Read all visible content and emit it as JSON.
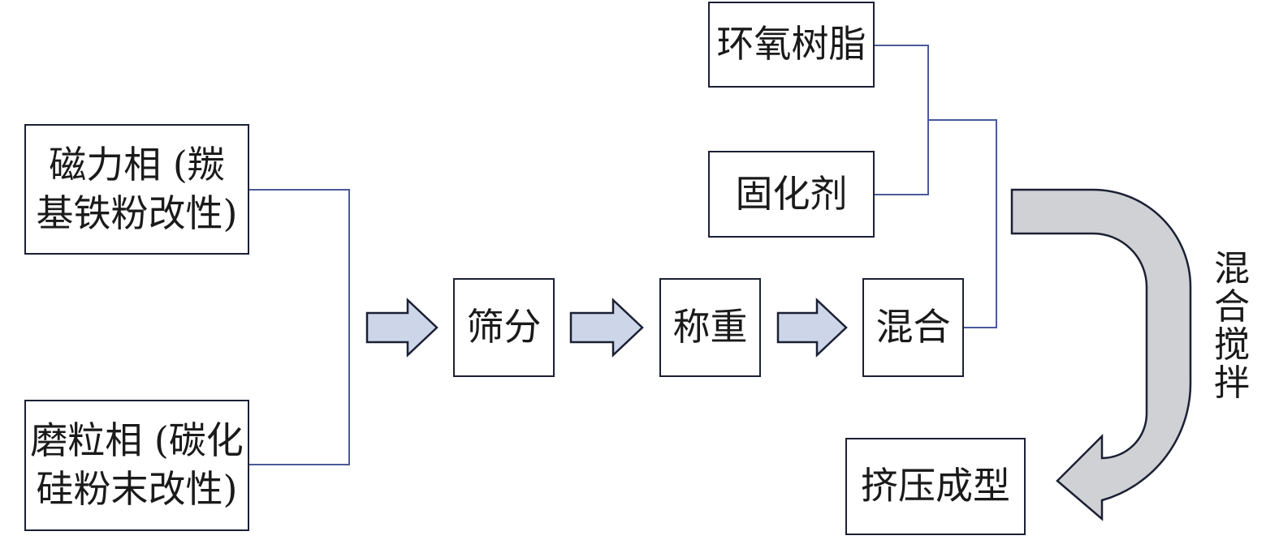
{
  "diagram": {
    "title": "",
    "nodes": {
      "magnetic_phase": "磁力相 (羰\n基铁粉改性)",
      "abrasive_phase": "磨粒相 (碳化\n硅粉末改性)",
      "sieve": "筛分",
      "weigh": "称重",
      "mix": "混合",
      "epoxy": "环氧树脂",
      "curing_agent": "固化剂",
      "extrude": "挤压成型"
    },
    "curved_arrow_label": "混\n合\n搅\n拌",
    "colors": {
      "box_border": "#1b2034",
      "connector": "#4a5a9a",
      "block_arrow_fill": "#ccd6e8",
      "block_arrow_stroke": "#1b2034",
      "curved_arrow_fill": "#d0d1d4"
    }
  }
}
